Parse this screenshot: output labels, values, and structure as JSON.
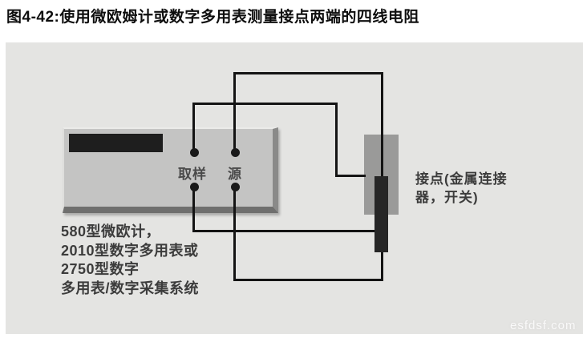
{
  "figure": {
    "title": "图4-42:使用微欧姆计或数字多用表测量接点两端的四线电阻"
  },
  "meter": {
    "display": "blank-lcd-window",
    "terminals": {
      "sense_label": "取样",
      "source_label": "源"
    },
    "caption_lines": [
      "580型微欧计，",
      "2010型数字多用表或",
      "2750型数字",
      "多用表/数字采集系统"
    ]
  },
  "contact": {
    "label_lines": [
      "接点(金属连接",
      "器，开关)"
    ]
  },
  "watermark": "esfdsf.com",
  "colors": {
    "page_bg": "#ffffff",
    "panel_bg": "#e4e4e2",
    "meter_face": "#c4c4c3",
    "meter_display": "#1e1e1e",
    "connector_body": "#9a9a99",
    "connector_pin": "#262626",
    "wire": "#141414",
    "caption_text": "#3c3c3c"
  }
}
